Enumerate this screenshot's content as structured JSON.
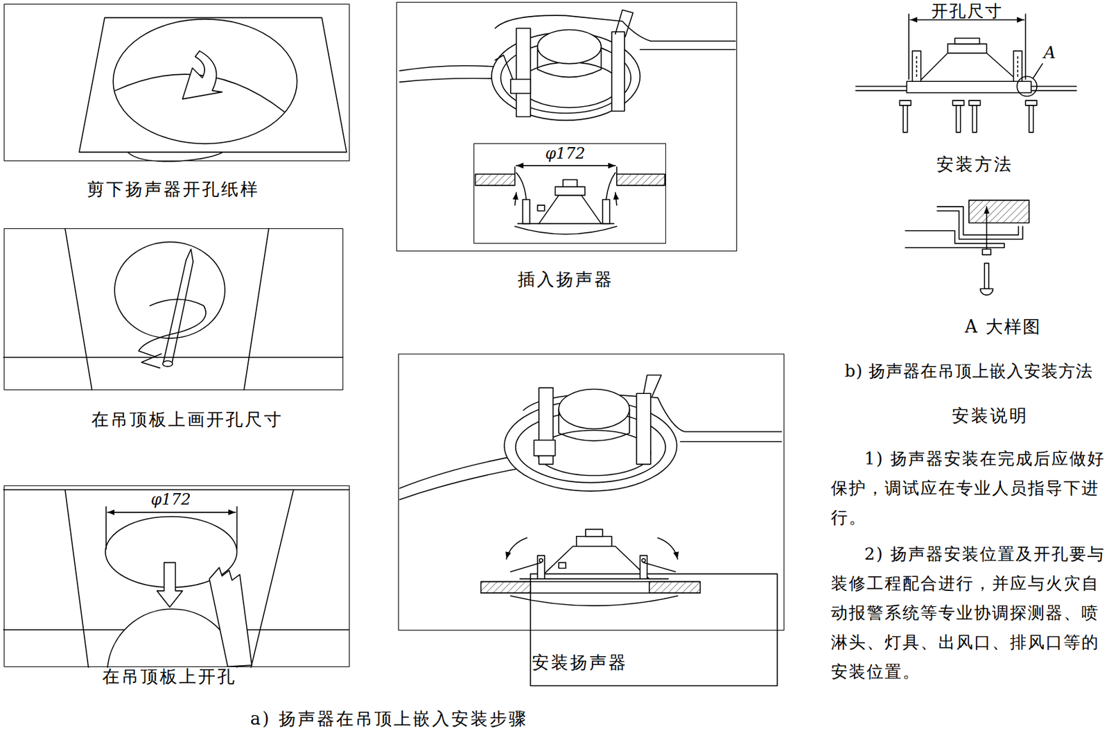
{
  "diagram": {
    "nodes": [
      {
        "text": [
          "剪下扬声器开孔纸样"
        ]
      },
      {
        "text": [
          "在吊顶板上画开孔尺寸"
        ]
      },
      {
        "text": [
          "φ172",
          "在吊顶板上开孔"
        ]
      },
      {
        "text": [
          "插入扬声器"
        ]
      },
      {
        "text": [
          "φ172"
        ],
        "in": 3
      },
      {
        "text": [
          "安装扬声器"
        ]
      }
    ],
    "labels": [
      "开孔尺寸",
      "A",
      "安装方法",
      "A 大样图",
      "b) 扬声器在吊顶上嵌入安装方法",
      "安装说明",
      "1) 扬声器安装在完成后应做好保护，调试应在专业人员指导下进行。",
      "2) 扬声器安装位置及开孔要与装修工程配合进行，并应与火灾自动报警系统等专业协调探测器、喷淋头、灯具、出风口、排风口等的安装位置。",
      "a) 扬声器在吊顶上嵌入安装步骤"
    ]
  }
}
